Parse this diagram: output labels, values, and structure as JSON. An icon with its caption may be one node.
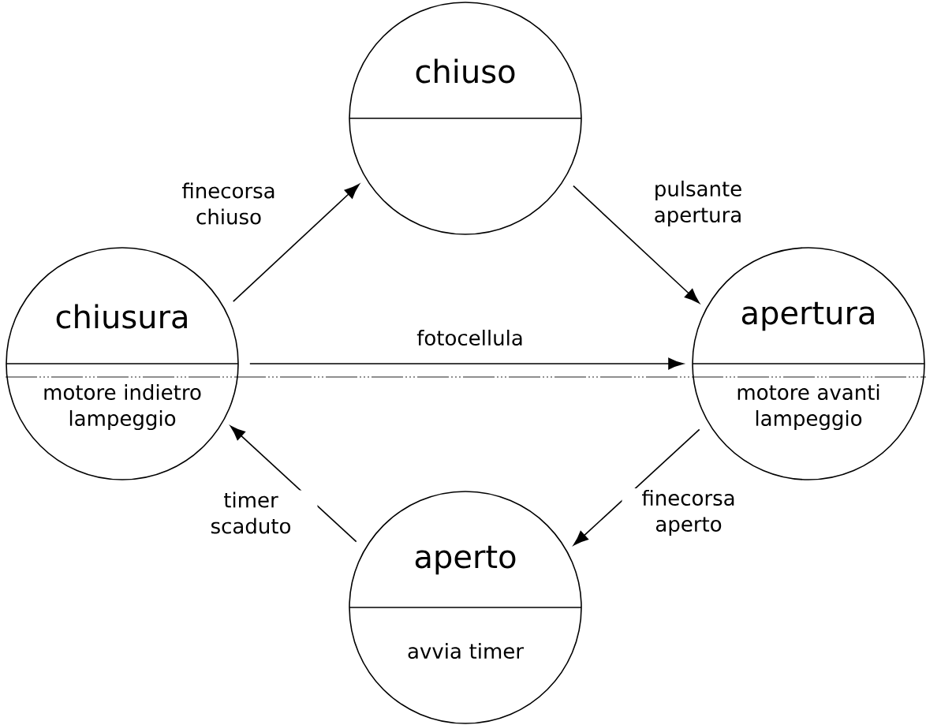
{
  "diagram": {
    "nodes": [
      {
        "text": [
          "chiuso"
        ]
      },
      {
        "text": [
          "chiusura",
          "motore indietro lampeggio"
        ]
      },
      {
        "text": [
          "apertura",
          "motore avanti lampeggio"
        ]
      },
      {
        "text": [
          "aperto",
          "avvia timer"
        ]
      }
    ],
    "edges": [
      {
        "from": 1,
        "to": 0,
        "arrow": "to",
        "label": "finecorsa chiuso"
      },
      {
        "from": 0,
        "to": 2,
        "arrow": "to",
        "label": "pulsante apertura"
      },
      {
        "from": 1,
        "to": 2,
        "arrow": "to",
        "label": "fotocellula"
      },
      {
        "from": 2,
        "to": 3,
        "arrow": "to",
        "label": "finecorsa aperto"
      },
      {
        "from": 3,
        "to": 1,
        "arrow": "to",
        "label": "timer scaduto"
      }
    ]
  }
}
